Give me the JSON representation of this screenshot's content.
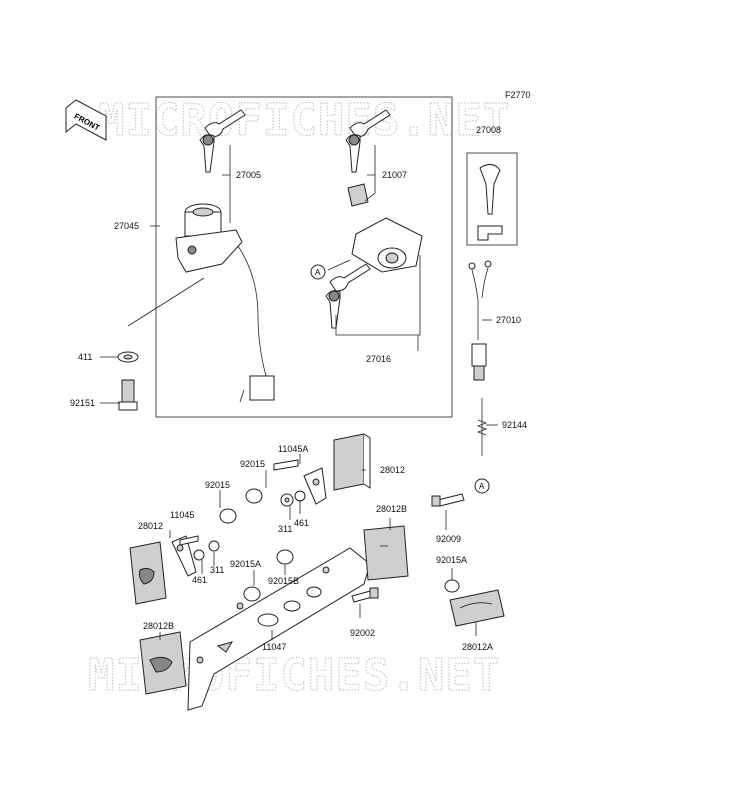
{
  "figure_code": "F2770",
  "watermark_top": "MICROFICHES.NET",
  "watermark_bottom": "MICROFICHES.NET",
  "front_arrow_label": "FRONT",
  "ref_marker": "A",
  "parts": {
    "p27005": "27005",
    "p27045": "27045",
    "p21007": "21007",
    "p27008": "27008",
    "p27010": "27010",
    "p27016": "27016",
    "p411": "411",
    "p92151": "92151",
    "p92144": "92144",
    "p11045A": "11045A",
    "p92015_a": "92015",
    "p92015_b": "92015",
    "p28012_right": "28012",
    "p28012_left": "28012",
    "p11045": "11045",
    "p461_a": "461",
    "p461_b": "461",
    "p311_a": "311",
    "p311_b": "311",
    "p28012B_right": "28012B",
    "p28012B_left": "28012B",
    "p92009": "92009",
    "p92015A_left": "92015A",
    "p92015A_right": "92015A",
    "p92015B": "92015B",
    "p92002": "92002",
    "p11047": "11047",
    "p28012A": "28012A"
  }
}
